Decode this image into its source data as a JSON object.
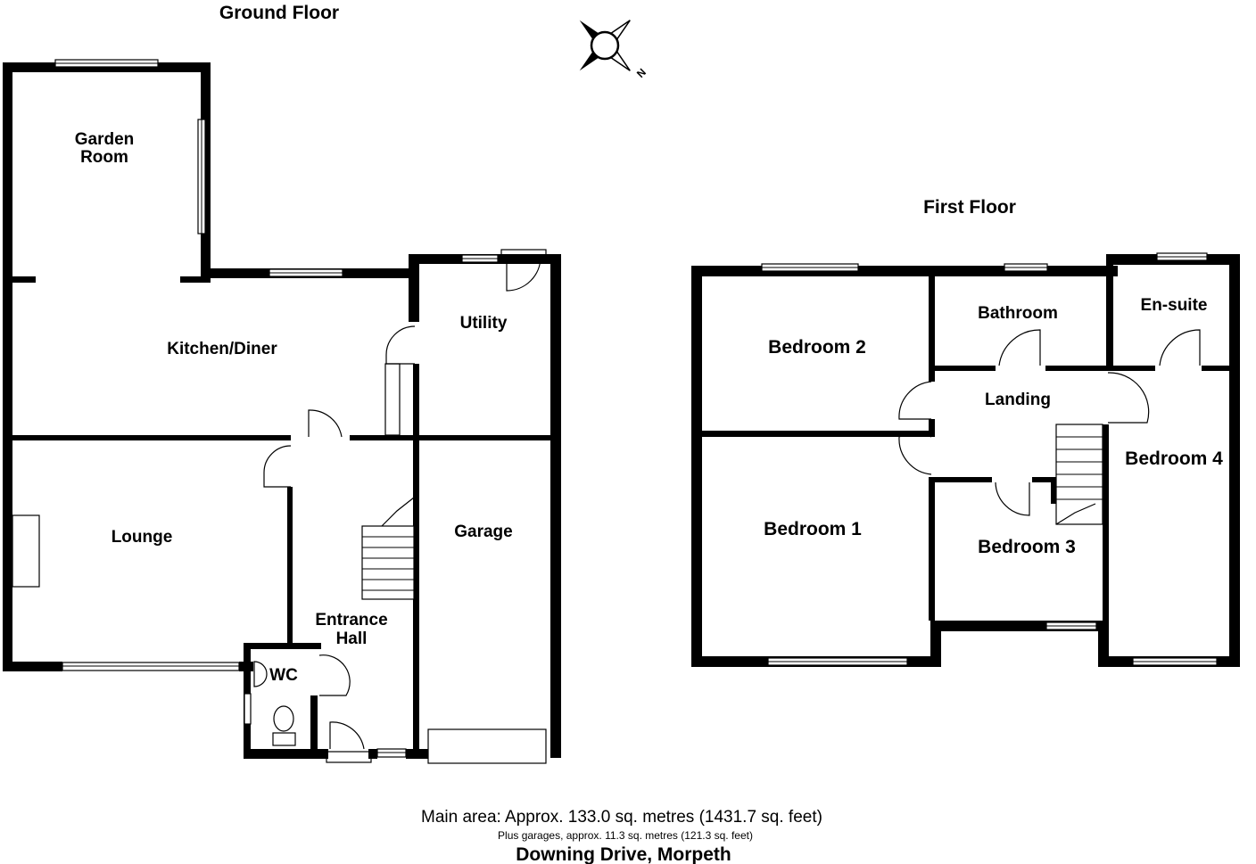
{
  "floors": {
    "ground": {
      "title": "Ground Floor",
      "rooms": {
        "garden_room_line1": "Garden",
        "garden_room_line2": "Room",
        "kitchen_diner": "Kitchen/Diner",
        "utility": "Utility",
        "lounge": "Lounge",
        "garage": "Garage",
        "entrance_hall_line1": "Entrance",
        "entrance_hall_line2": "Hall",
        "wc": "WC"
      }
    },
    "first": {
      "title": "First Floor",
      "rooms": {
        "bedroom_2": "Bedroom 2",
        "bathroom": "Bathroom",
        "en_suite": "En-suite",
        "landing": "Landing",
        "bedroom_1": "Bedroom 1",
        "bedroom_3": "Bedroom 3",
        "bedroom_4": "Bedroom 4"
      }
    }
  },
  "compass": {
    "label": "N",
    "icon": "compass-rose-icon"
  },
  "footer": {
    "main_area": "Main area: Approx. 133.0 sq. metres (1431.7 sq. feet)",
    "garages": "Plus garages, approx. 11.3 sq. metres (121.3 sq. feet)",
    "address": "Downing Drive, Morpeth"
  },
  "colors": {
    "walls": "#000000",
    "background": "#ffffff"
  }
}
